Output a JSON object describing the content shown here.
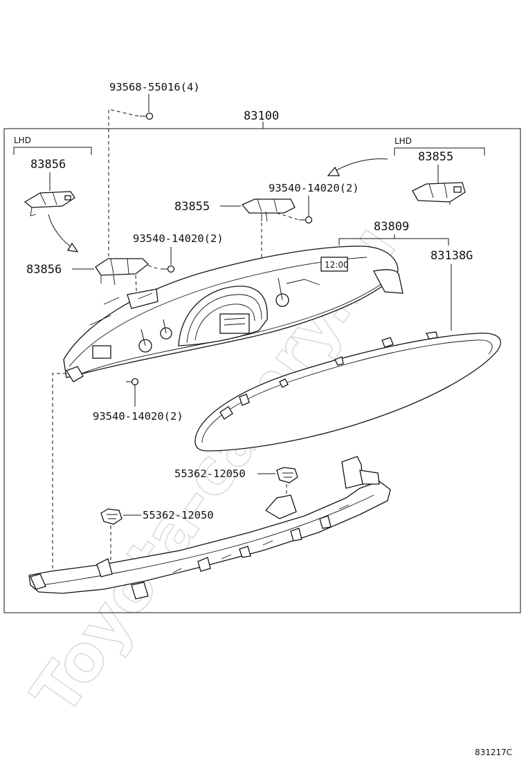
{
  "watermark": "Toyota-camry.ru",
  "drawing_number": "831217C",
  "labels": {
    "screw_top": "93568-55016(4)",
    "assembly": "83100",
    "lhd_left": "LHD",
    "lhd_right": "LHD",
    "bracket_left_a": "83856",
    "bracket_left_b": "83856",
    "bracket_right_a": "83855",
    "bracket_right_b": "83855",
    "screw_right": "93540-14020(2)",
    "screw_middle": "93540-14020(2)",
    "screw_bottom": "93540-14020(2)",
    "gauge_group": "83809",
    "lens": "83138G",
    "clip_right": "55362-12050",
    "clip_left": "55362-12050"
  }
}
